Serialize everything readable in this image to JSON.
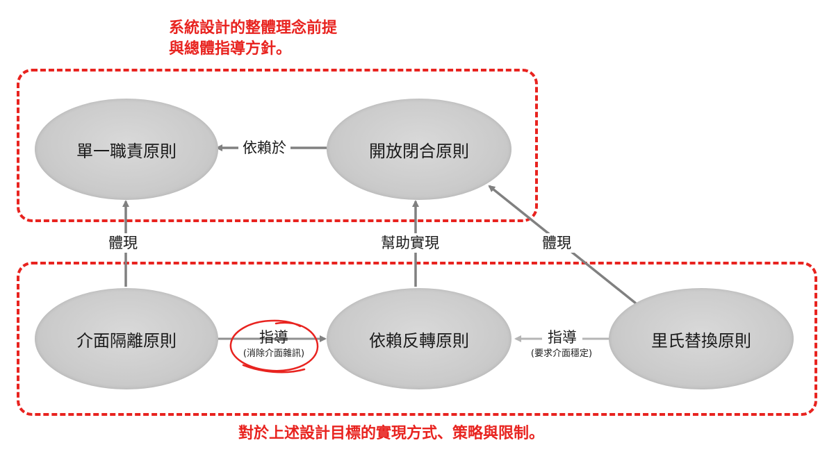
{
  "notes": {
    "top_line1": "系統設計的整體理念前提",
    "top_line2": "與總體指導方針。",
    "bottom": "對於上述設計目標的實現方式、策略與限制。"
  },
  "nodes": {
    "srp": "單一職責原則",
    "ocp": "開放閉合原則",
    "isp": "介面隔離原則",
    "dip": "依賴反轉原則",
    "lsp": "里氏替換原則"
  },
  "edges": {
    "ocp_to_srp": "依賴於",
    "isp_to_srp": "體現",
    "dip_to_ocp": "幫助實現",
    "lsp_to_ocp": "體現",
    "isp_to_dip": "指導",
    "isp_to_dip_sub": "(消除介面雜訊)",
    "lsp_to_dip": "指導",
    "lsp_to_dip_sub": "(要求介面穩定)"
  },
  "colors": {
    "annotation_red": "#e8231f",
    "node_gray": "#cbcbcb",
    "arrow_gray": "#808080"
  }
}
